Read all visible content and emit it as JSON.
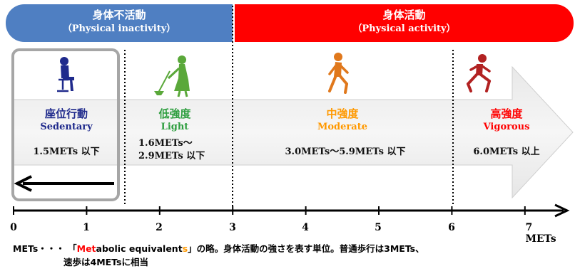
{
  "header": {
    "inactivity": {
      "jp": "身体不活動",
      "en": "（Physical inactivity）",
      "color": "#4f7fc2"
    },
    "activity": {
      "jp": "身体活動",
      "en": "（Physical activity）",
      "color": "#ff0000"
    }
  },
  "levels": [
    {
      "jp": "座位行動",
      "en": "Sedentary",
      "range": "1.5METs 以下",
      "color": "#1f2a8c",
      "icon": "sitting-person-icon"
    },
    {
      "jp": "低強度",
      "en": "Light",
      "range_line1": "1.6METs～",
      "range_line2": "2.9METs 以下",
      "color": "#2e9e3f",
      "icon": "sweeping-person-icon"
    },
    {
      "jp": "中強度",
      "en": "Moderate",
      "range": "3.0METs～5.9METs 以下",
      "color": "#ff9900",
      "icon": "walking-person-icon"
    },
    {
      "jp": "高強度",
      "en": "Vigorous",
      "range": "6.0METs 以上",
      "color": "#ff0000",
      "icon": "running-person-icon"
    }
  ],
  "axis": {
    "ticks": [
      "0",
      "1",
      "2",
      "3",
      "4",
      "5",
      "6",
      "7 METs"
    ]
  },
  "note": {
    "prefix": "METs・・・ 「",
    "met_red": "Met",
    "abolic": "abolic equivalent",
    "s_orange": "s",
    "suffix": "」の略。身体活動の強さを表す単位。普通歩行は3METs、",
    "line2": "速歩は4METsに相当"
  }
}
